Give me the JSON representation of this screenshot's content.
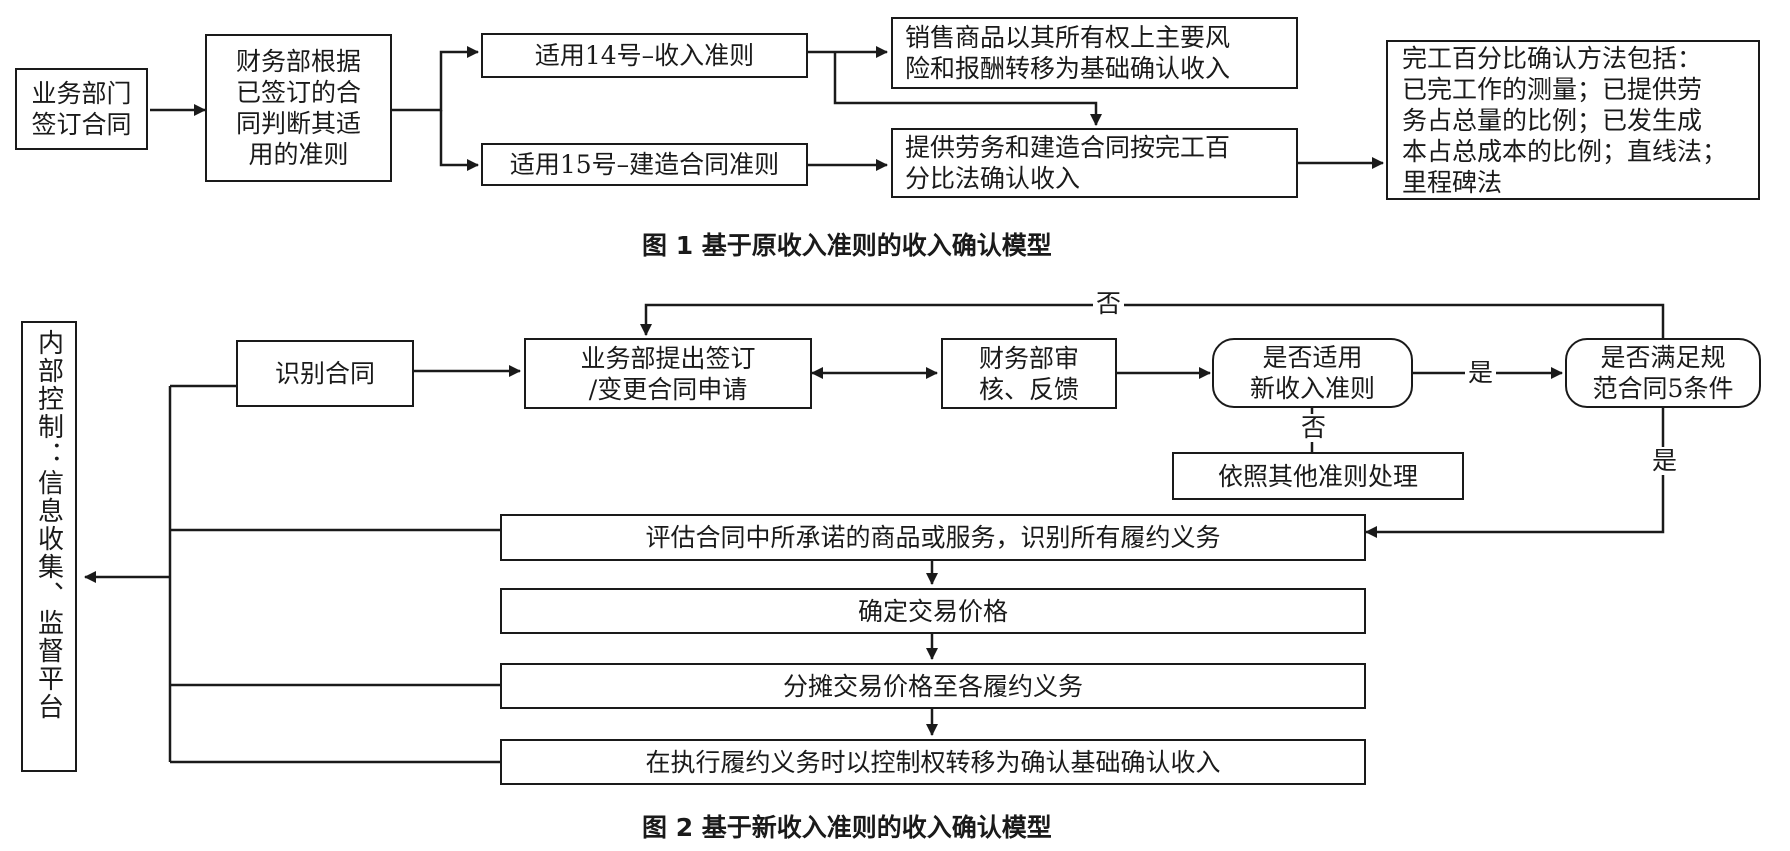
{
  "figure1": {
    "caption": "图 1  基于原收入准则的收入确认模型",
    "nodes": {
      "sign_contract": "业务部门\n签订合同",
      "finance_judge": "财务部根据\n已签订的合\n同判断其适\n用的准则",
      "std14": "适用14号–收入准则",
      "std15": "适用15号–建造合同准则",
      "goods_revenue": "销售商品以其所有权上主要风\n险和报酬转移为基础确认收入",
      "service_revenue": "提供劳务和建造合同按完工百\n分比法确认收入",
      "completion_methods": "完工百分比确认方法包括：\n已完工作的测量；已提供劳\n务占总量的比例；已发生成\n本占总成本的比例；直线法；\n里程碑法"
    }
  },
  "figure2": {
    "caption": "图 2  基于新收入准则的收入确认模型",
    "nodes": {
      "internal_control": "内部控制：信息收集、监督平台",
      "identify_contract": "识别合同",
      "dept_request": "业务部提出签订\n/变更合同申请",
      "finance_review": "财务部审\n核、反馈",
      "new_standard_q": "是否适用\n新收入准则",
      "five_conditions_q": "是否满足规\n范合同5条件",
      "other_standard": "依照其他准则处理",
      "step_identify_obligations": "评估合同中所承诺的商品或服务，识别所有履约义务",
      "step_price": "确定交易价格",
      "step_allocate": "分摊交易价格至各履约义务",
      "step_recognize": "在执行履约义务时以控制权转移为确认基础确认收入"
    },
    "edge_labels": {
      "no_top": "否",
      "yes_right": "是",
      "no_down": "否",
      "yes_down": "是"
    }
  }
}
